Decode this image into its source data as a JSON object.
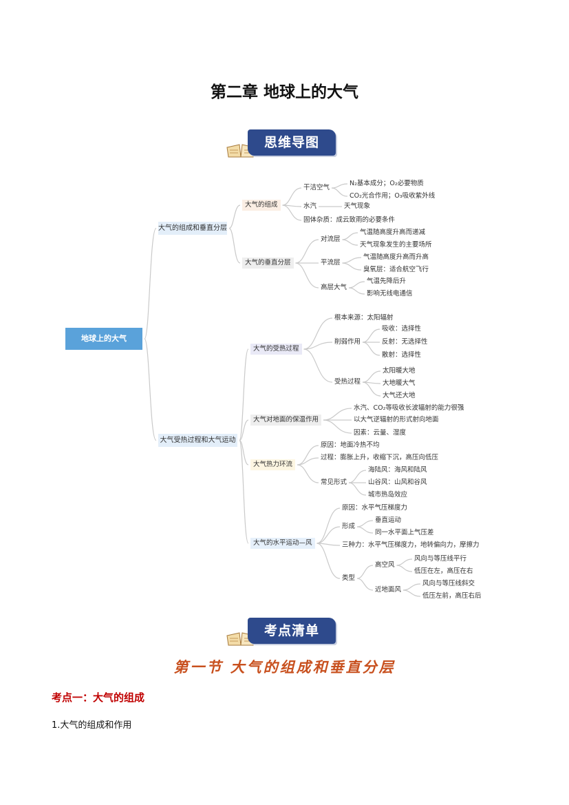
{
  "page": {
    "title": "第二章  地球上的大气",
    "banner1": "思维导图",
    "banner2": "考点清单",
    "section_title": "第一节  大气的组成和垂直分层",
    "point_title": "考点一：大气的组成",
    "paragraph1": "1.大气的组成和作用"
  },
  "colors": {
    "banner": "#2e4a8c",
    "root": "#5aa2da",
    "section": "#c8501e",
    "point": "#c00000"
  },
  "mindmap": {
    "nodes": [
      "地球上的大气",
      "大气的组成和垂直分层",
      "大气受热过程和大气运动",
      "大气的组成",
      "大气的垂直分层",
      "干洁空气",
      "水汽",
      "固体杂质：成云致雨的必要条件",
      "N₂基本成分；O₂必要物质",
      "CO₂光合作用；O₃吸收紫外线",
      "天气现象",
      "对流层",
      "平流层",
      "高层大气",
      "气温随高度升高而递减",
      "天气现象发生的主要场所",
      "气温随高度升高而升高",
      "臭氧层：适合航空飞行",
      "气温先降后升",
      "影响无线电通信",
      "大气的受热过程",
      "大气对地面的保温作用",
      "大气热力环流",
      "大气的水平运动—风",
      "根本来源：太阳辐射",
      "削弱作用",
      "受热过程",
      "吸收：选择性",
      "反射：无选择性",
      "散射：选择性",
      "太阳暖大地",
      "大地暖大气",
      "大气还大地",
      "水汽、CO₂等吸收长波辐射的能力很强",
      "以大气逆辐射的形式射向地面",
      "因素：云量、湿度",
      "原因：地面冷热不均",
      "过程：膨胀上升，收缩下沉，高压向低压",
      "常见形式",
      "海陆风：海风和陆风",
      "山谷风：山风和谷风",
      "城市热岛效应",
      "原因：水平气压梯度力",
      "形成",
      "三种力：水平气压梯度力，地转偏向力，摩擦力",
      "类型",
      "垂直运动",
      "同一水平面上气压差",
      "高空风",
      "近地面风",
      "风向与等压线平行",
      "低压在左，高压在右",
      "风向与等压线斜交",
      "低压左前，高压右后"
    ]
  }
}
